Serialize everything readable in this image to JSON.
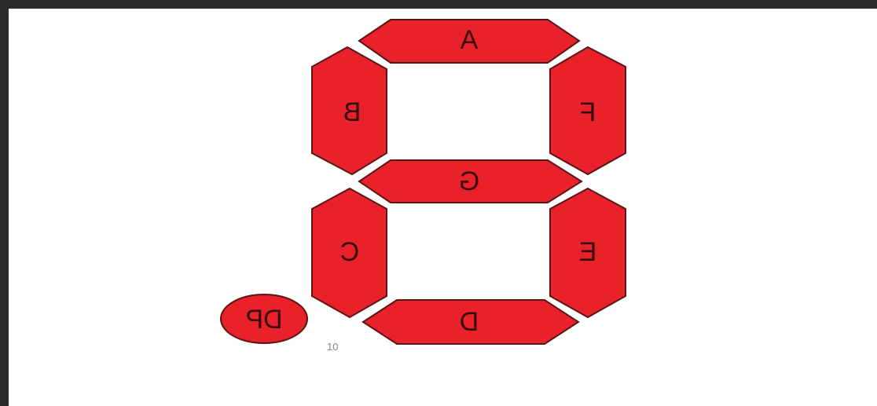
{
  "slide": {
    "page_number": "10"
  },
  "display": {
    "segment_color": "#e8212a",
    "outline_color": "#5a1414",
    "segments": [
      {
        "id": "A",
        "label": "A"
      },
      {
        "id": "B",
        "label": "B"
      },
      {
        "id": "F",
        "label": "F"
      },
      {
        "id": "G",
        "label": "G"
      },
      {
        "id": "C",
        "label": "C"
      },
      {
        "id": "E",
        "label": "E"
      },
      {
        "id": "D",
        "label": "D"
      }
    ],
    "dp_label": "DP"
  }
}
